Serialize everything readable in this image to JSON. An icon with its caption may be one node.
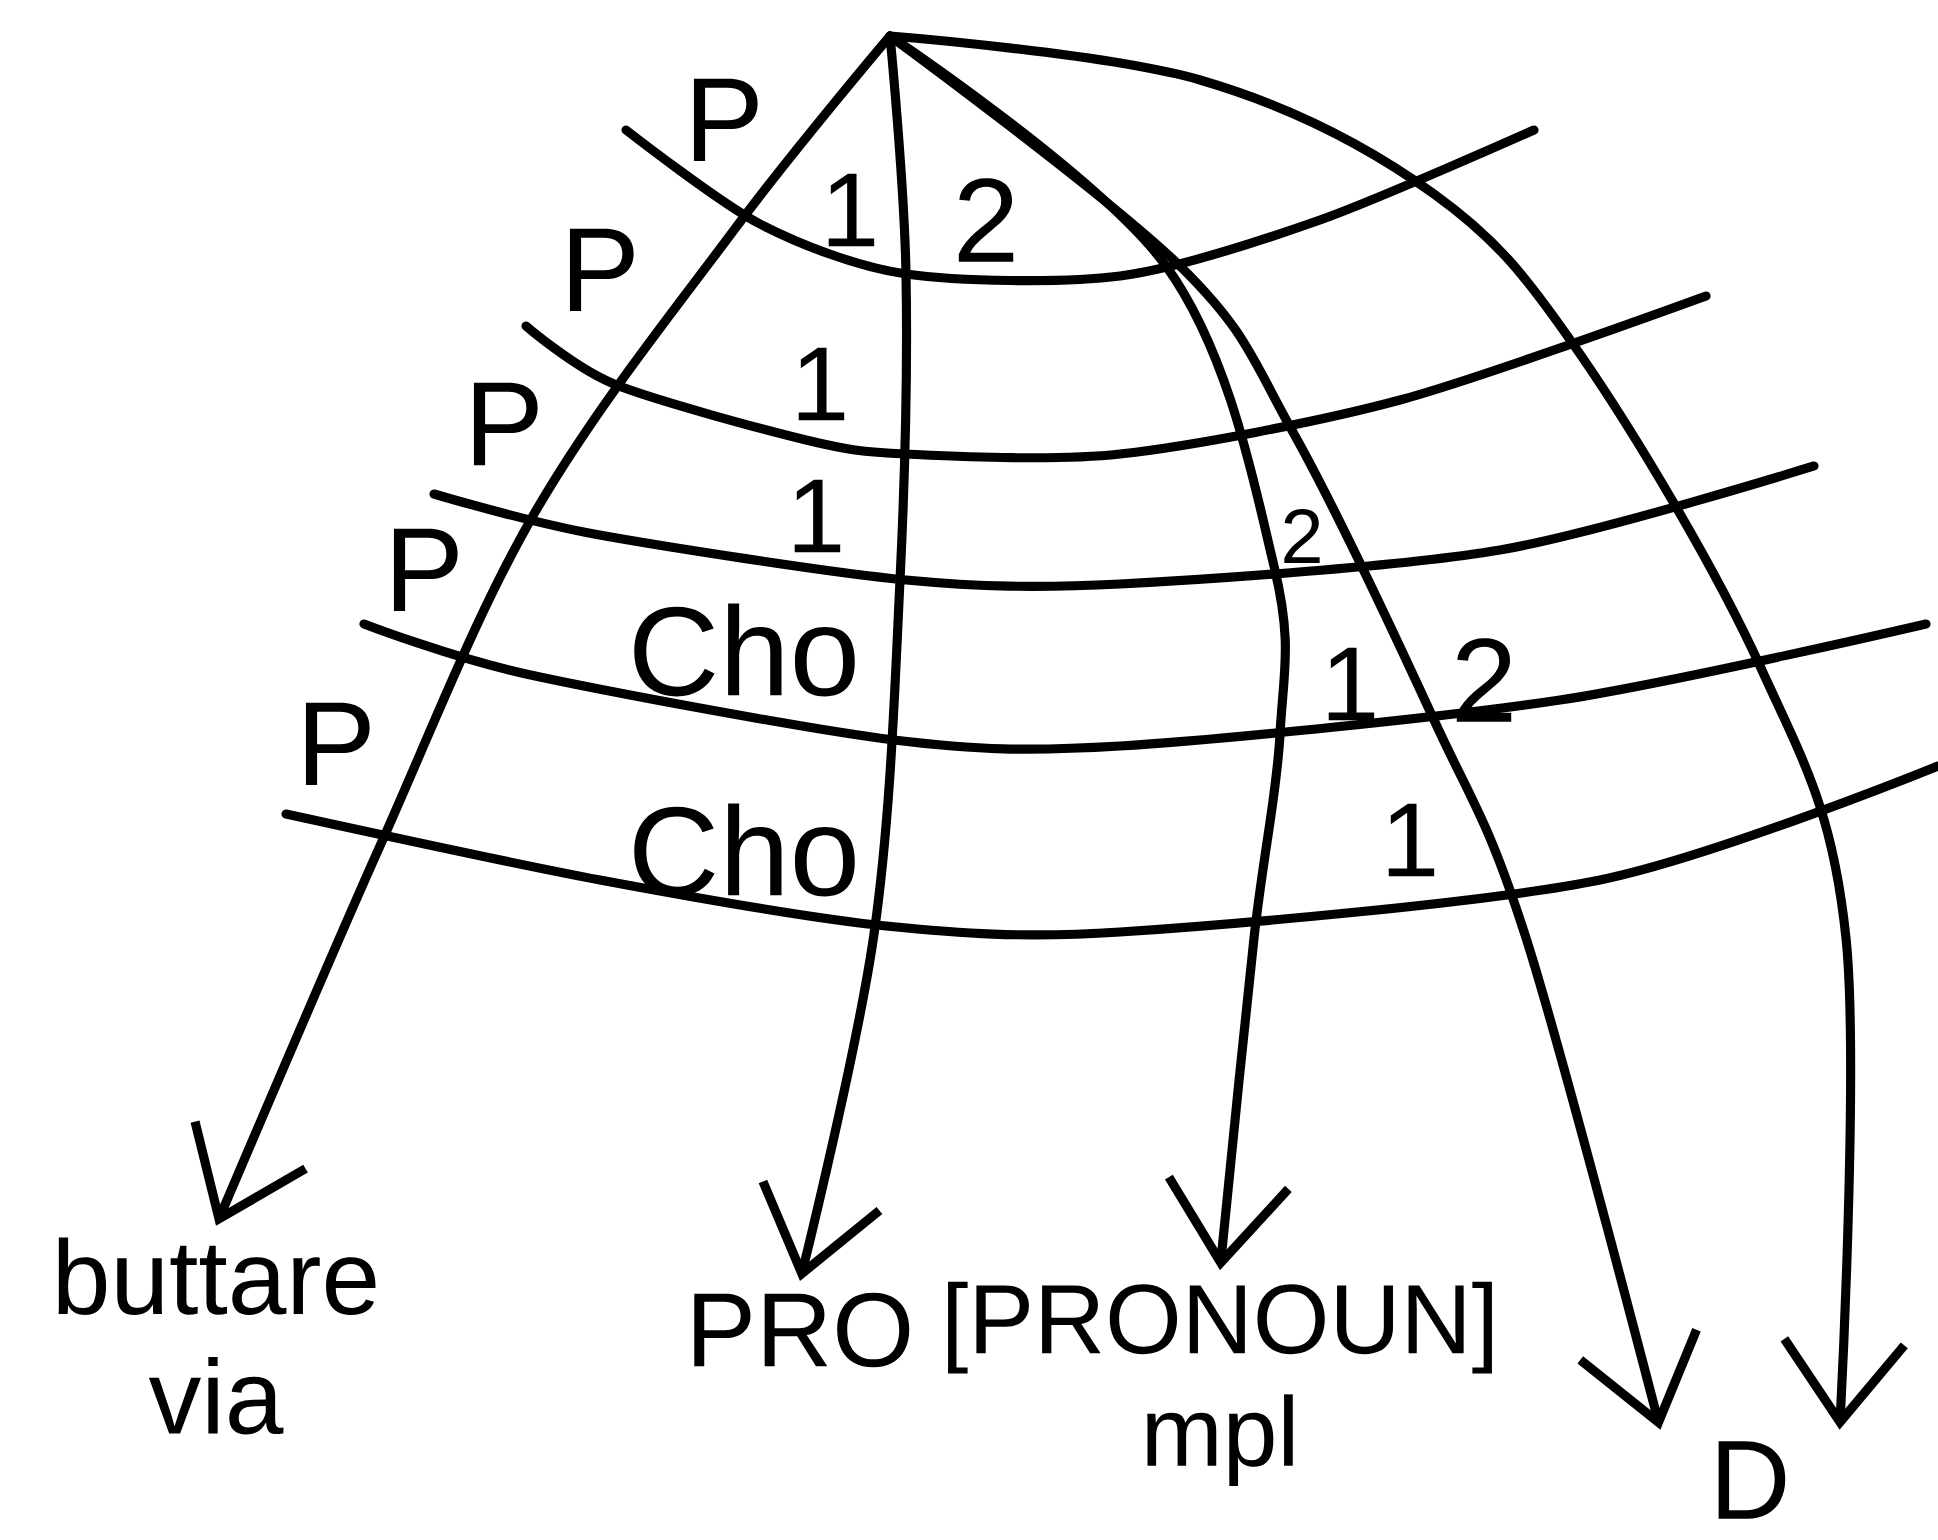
{
  "diagram": {
    "nodes": [
      {
        "text": [
          "buttare via"
        ]
      },
      {
        "text": [
          "PRO"
        ]
      },
      {
        "text": [
          "[PRONOUN] mpl"
        ]
      },
      {
        "text": [
          "D"
        ]
      }
    ],
    "edges": [
      {
        "from": null,
        "to": 0,
        "arrow": "to"
      },
      {
        "from": null,
        "to": 1,
        "arrow": "to"
      },
      {
        "from": null,
        "to": 2,
        "arrow": "to"
      },
      {
        "from": null,
        "to": 3,
        "arrow": "to"
      },
      {
        "from": null,
        "to": 3,
        "arrow": "to"
      }
    ],
    "labels": [
      "P",
      "1",
      "2",
      "P",
      "1",
      "P",
      "1",
      "2",
      "P",
      "Cho",
      "1",
      "2",
      "P",
      "Cho",
      "1"
    ]
  }
}
